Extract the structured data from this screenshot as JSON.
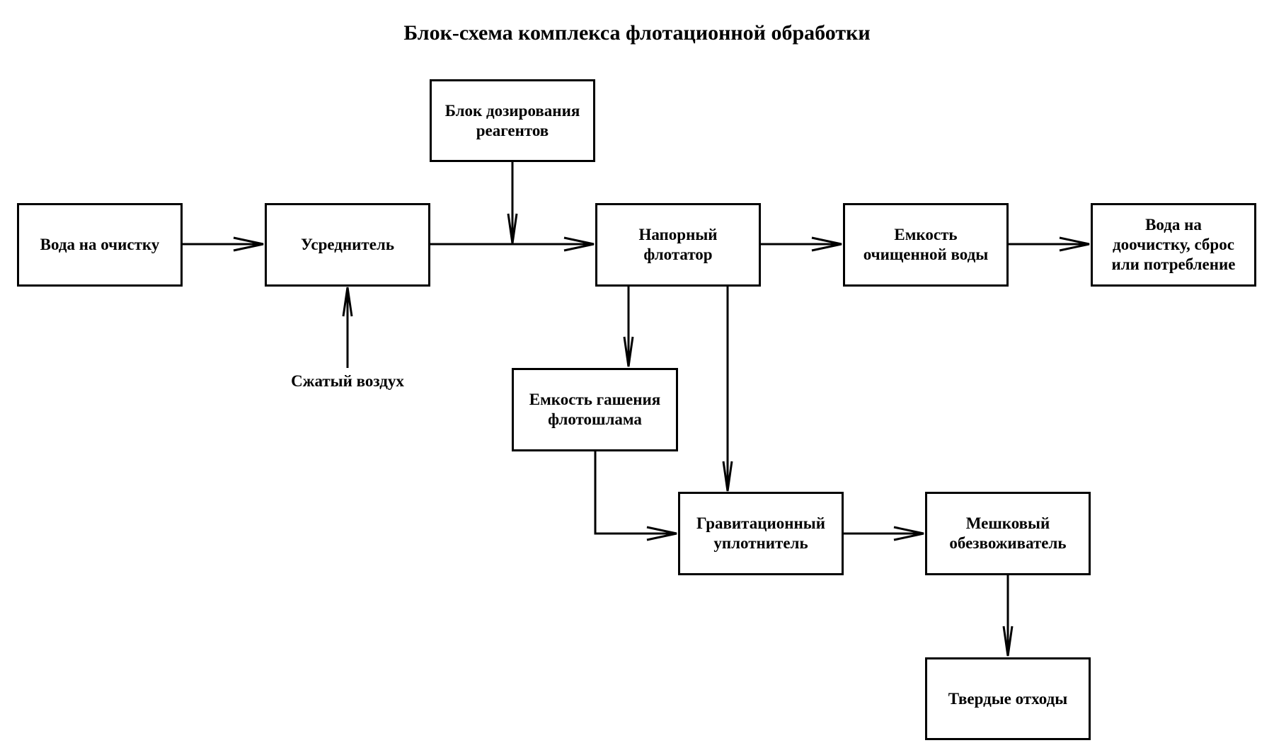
{
  "title": "Блок-схема комплекса флотационной обработки",
  "nodes": {
    "raw_water": "Вода на очистку",
    "equalizer": "Усреднитель",
    "reagent_dosing": "Блок дозирования\nреагентов",
    "pressure_flotator": "Напорный\nфлотатор",
    "clean_water_tank": "Емкость\nочищенной воды",
    "water_out": "Вода на\nдоочистку, сброс\nили потребление",
    "sludge_tank": "Емкость гашения\nфлотошлама",
    "gravity_thickener": "Гравитационный\nуплотнитель",
    "bag_dewaterer": "Мешковый\nобезвоживатель",
    "solid_waste": "Твердые отходы"
  },
  "labels": {
    "compressed_air": "Сжатый воздух"
  },
  "edges": [
    {
      "from": "raw_water",
      "to": "equalizer"
    },
    {
      "from": "compressed_air",
      "to": "equalizer"
    },
    {
      "from": "equalizer",
      "to": "pressure_flotator"
    },
    {
      "from": "reagent_dosing",
      "to": "equalizer-flotator line"
    },
    {
      "from": "pressure_flotator",
      "to": "clean_water_tank"
    },
    {
      "from": "clean_water_tank",
      "to": "water_out"
    },
    {
      "from": "pressure_flotator",
      "to": "sludge_tank"
    },
    {
      "from": "pressure_flotator",
      "to": "gravity_thickener"
    },
    {
      "from": "sludge_tank",
      "to": "gravity_thickener"
    },
    {
      "from": "gravity_thickener",
      "to": "bag_dewaterer"
    },
    {
      "from": "bag_dewaterer",
      "to": "solid_waste"
    }
  ]
}
